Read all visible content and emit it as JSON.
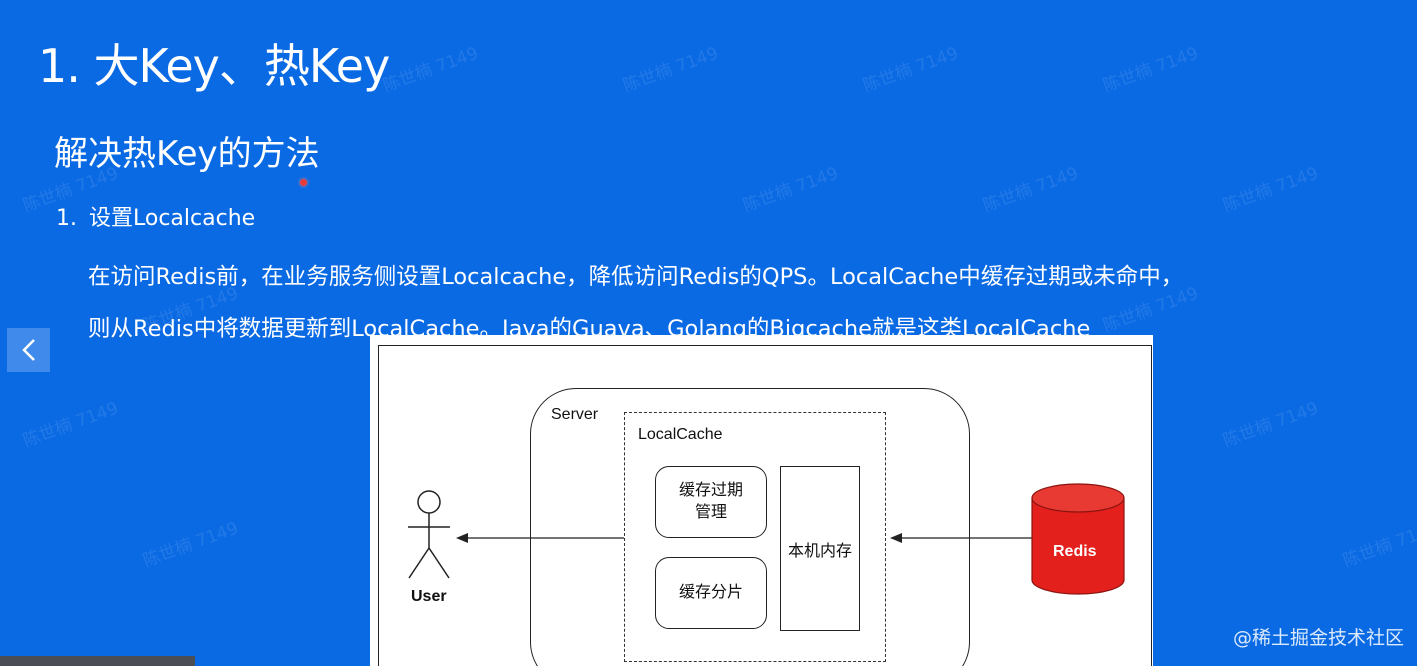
{
  "slide": {
    "title": "1. 大Key、热Key",
    "subtitle": "解决热Key的方法",
    "item": {
      "number": "1.",
      "title": "设置Localcache"
    },
    "paragraph_lines": [
      "在访问Redis前，在业务服务侧设置Localcache，降低访问Redis的QPS。LocalCache中缓存过期或未命中，",
      "则从Redis中将数据更新到LocalCache。Java的Guava、Golang的Bigcache就是这类LocalCache"
    ]
  },
  "navigation": {
    "prev_icon": "chevron-left-icon"
  },
  "watermark": "陈世楠 7149",
  "attribution": "@稀土掘金技术社区",
  "diagram": {
    "server_label": "Server",
    "localcache_label": "LocalCache",
    "expire_box": "缓存过期\n管理",
    "shard_box": "缓存分片",
    "memory_box": "本机内存",
    "user_label": "User",
    "redis_label": "Redis",
    "redis_color": "#e3201b"
  },
  "colors": {
    "background": "#0a6ae4",
    "text": "#ffffff"
  }
}
